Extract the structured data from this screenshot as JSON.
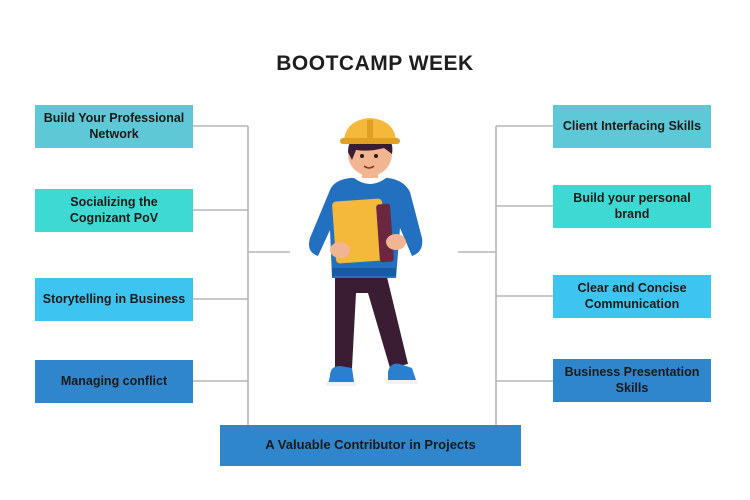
{
  "title": "BOOTCAMP WEEK",
  "left_items": [
    {
      "label": "Build Your Professional Network",
      "color": "#5ec8d6"
    },
    {
      "label": "Socializing the Cognizant PoV",
      "color": "#3fd9d3"
    },
    {
      "label": "Storytelling in Business",
      "color": "#3ec4f0"
    },
    {
      "label": "Managing conflict",
      "color": "#2f86cc"
    }
  ],
  "right_items": [
    {
      "label": "Client Interfacing Skills",
      "color": "#5ec8d6"
    },
    {
      "label": "Build your personal brand",
      "color": "#3fd9d3"
    },
    {
      "label": "Clear and Concise Communication",
      "color": "#3ec4f0"
    },
    {
      "label": "Business Presentation Skills",
      "color": "#2f86cc"
    }
  ],
  "bottom_item": {
    "label": "A Valuable Contributor in Projects",
    "color": "#2f86cc"
  },
  "illustration": "construction-worker-with-clipboard",
  "connector_color": "#b5b5b5"
}
